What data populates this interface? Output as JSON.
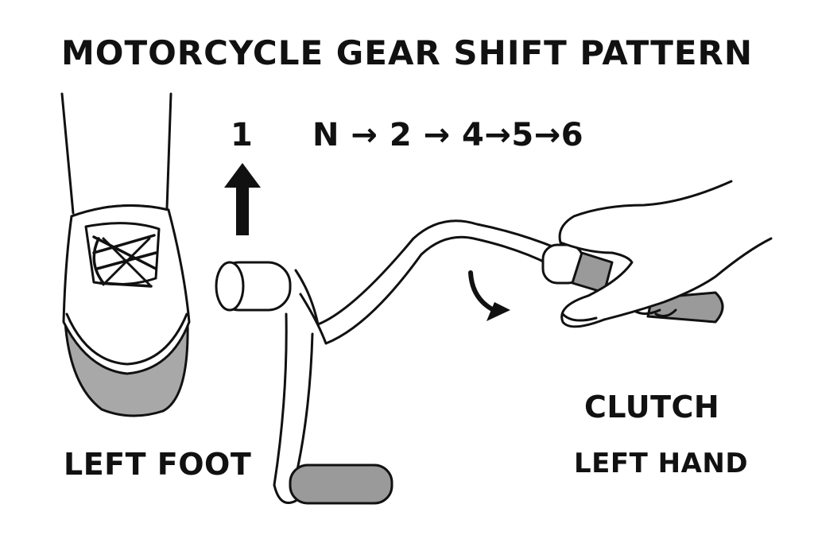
{
  "title": "MOTORCYCLE GEAR SHIFT PATTERN",
  "shift_pattern": {
    "first": "1",
    "sequence": "N → 2 → 4→5→6"
  },
  "labels": {
    "foot": "LEFT FOOT",
    "clutch": "CLUTCH",
    "hand": "LEFT HAND"
  },
  "colors": {
    "line": "#111111",
    "grip_fill": "#9a9a9a",
    "sole_fill": "#a8a8a8",
    "background": "#ffffff"
  }
}
